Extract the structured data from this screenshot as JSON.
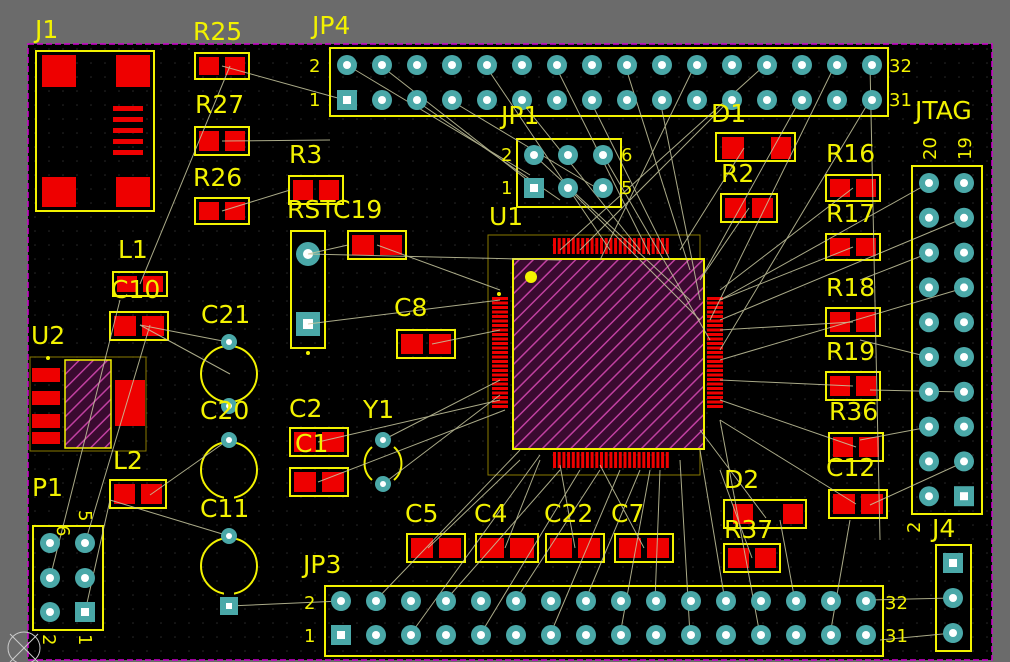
{
  "colors": {
    "workspace": "#6b6b6b",
    "board": "#000000",
    "outline": "#d000d0",
    "silkscreen": "#f2f200",
    "smd_pad": "#ee0000",
    "through_hole": "#4aa8a8",
    "hole": "#ffffff",
    "ratsnest": "#c8c8a0",
    "ic_body": "#c040a0"
  },
  "designators": {
    "J1": "J1",
    "R25": "R25",
    "R27": "R27",
    "R26": "R26",
    "R3": "R3",
    "RST": "RST",
    "C19": "C19",
    "L1": "L1",
    "C10": "C10",
    "C21": "C21",
    "C8": "C8",
    "U2": "U2",
    "C20": "C20",
    "C2": "C2",
    "C1": "C1",
    "Y1": "Y1",
    "L2": "L2",
    "C11": "C11",
    "P1": "P1",
    "C5": "C5",
    "C4": "C4",
    "C22": "C22",
    "C7": "C7",
    "JP3": "JP3",
    "JP4": "JP4",
    "JP1": "JP1",
    "U1": "U1",
    "D1": "D1",
    "R2": "R2",
    "R16": "R16",
    "R17": "R17",
    "R18": "R18",
    "R19": "R19",
    "R36": "R36",
    "C12": "C12",
    "D2": "D2",
    "R37": "R37",
    "JTAG": "JTAG",
    "J4": "J4"
  },
  "pin_labels": {
    "jp4_pin2": "2",
    "jp4_pin1": "1",
    "jp4_pin32": "32",
    "jp4_pin31": "31",
    "jp3_pin2": "2",
    "jp3_pin1": "1",
    "jp3_pin32": "32",
    "jp3_pin31": "31",
    "jp1_pin2": "2",
    "jp1_pin1": "1",
    "jp1_pin6": "6",
    "jp1_pin5": "5",
    "jtag_pin20": "20",
    "jtag_pin19": "19",
    "p1_pin6": "6",
    "p1_pin5": "5",
    "p1_pin2": "2",
    "p1_pin1": "1",
    "j4_pin2": "2"
  }
}
